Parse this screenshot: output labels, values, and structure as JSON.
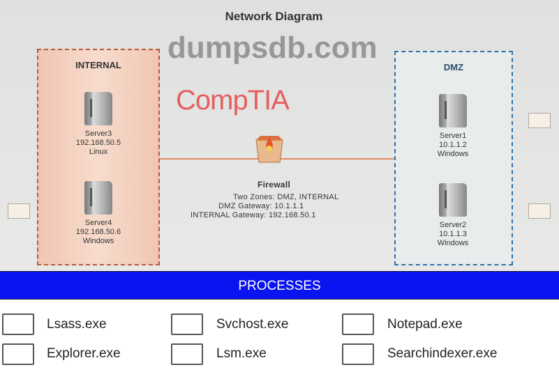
{
  "diagram": {
    "title": "Network Diagram",
    "internal_zone": {
      "label": "INTERNAL",
      "servers": [
        {
          "name": "Server3",
          "ip": "192.168.50.5",
          "os": "Linux"
        },
        {
          "name": "Server4",
          "ip": "192.168.50.6",
          "os": "Windows"
        }
      ]
    },
    "dmz_zone": {
      "label": "DMZ",
      "servers": [
        {
          "name": "Server1",
          "ip": "10.1.1.2",
          "os": "Windows"
        },
        {
          "name": "Server2",
          "ip": "10.1.1.3",
          "os": "Windows"
        }
      ]
    },
    "firewall": {
      "name": "Firewall",
      "lines": [
        "Two Zones: DMZ, INTERNAL",
        "DMZ Gateway: 10.1.1.1",
        "INTERNAL Gateway: 192.168.50.1"
      ]
    }
  },
  "processes": {
    "header": "PROCESSES",
    "items": [
      "Lsass.exe",
      "Svchost.exe",
      "Notepad.exe",
      "Explorer.exe",
      "Lsm.exe",
      "Searchindexer.exe"
    ]
  },
  "watermarks": [
    "dumpsdb.com",
    "CompTIA"
  ],
  "colors": {
    "bar": "#0a14f0",
    "internal_border": "#b55a40",
    "dmz_border": "#2f73a9",
    "link": "#e38a5e"
  }
}
